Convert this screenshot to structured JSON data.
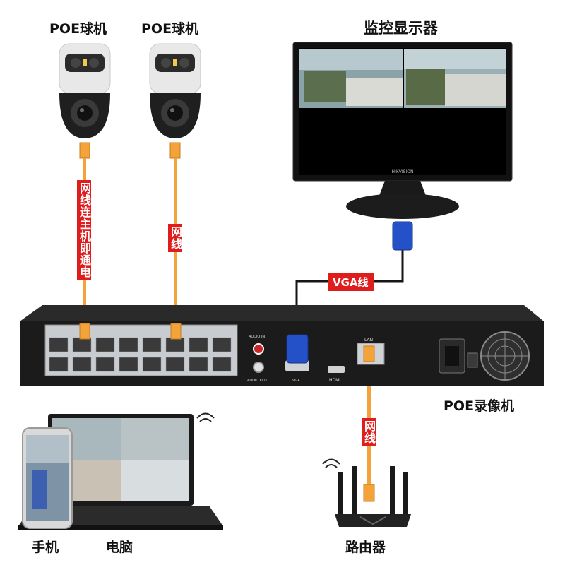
{
  "labels": {
    "camera1": "POE球机",
    "camera2": "POE球机",
    "monitor": "监控显示器",
    "nvr": "POE录像机",
    "phone": "手机",
    "computer": "电脑",
    "router": "路由器"
  },
  "tags": {
    "cable1": "网线连主机即通电",
    "cable2": "网线",
    "vga": "VGA线",
    "cable3": "网线"
  },
  "device_text": {
    "brand": "HIKVISION",
    "audio_in": "AUDIO IN",
    "audio_out": "AUDIO OUT",
    "vga_port": "VGA",
    "hdmi_port": "HDMI",
    "lan_port": "LAN"
  },
  "colors": {
    "tag_red": "#e01d1d",
    "cable_orange": "#f4a33a",
    "vga_blue": "#2450c8"
  }
}
